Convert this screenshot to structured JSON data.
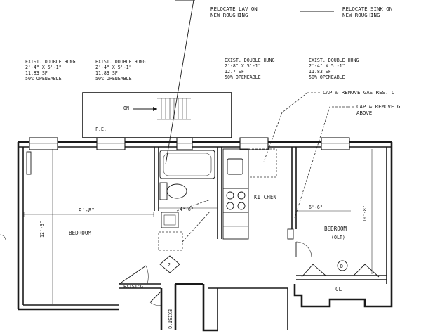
{
  "notes": {
    "relocate_lav": [
      "RELOCATE LAV ON",
      "NEW ROUGHING"
    ],
    "relocate_sink": [
      "RELOCATE SINK ON",
      "NEW ROUGHING"
    ],
    "cap_remove_gas_res": "CAP & REMOVE GAS RES. C",
    "cap_remove_above": [
      "CAP & REMOVE G",
      "ABOVE"
    ]
  },
  "windows": [
    {
      "type": "EXIST. DOUBLE HUNG",
      "size": "2'-4\" X 5'-1\"",
      "area": "11.83 SF",
      "openable": "50% OPENEABLE"
    },
    {
      "type": "EXIST. DOUBLE HUNG",
      "size": "2'-4\" X 5'-1\"",
      "area": "11.83 SF",
      "openable": "50% OPENEABLE"
    },
    {
      "type": "EXIST. DOUBLE HUNG",
      "size": "2'-8\" X 5'-1\"",
      "area": "12.7 SF",
      "openable": "50% OPENEABLE"
    },
    {
      "type": "EXIST. DOUBLE HUNG",
      "size": "2'-4\" X 5'-1\"",
      "area": "11.83 SF",
      "openable": "50% OPENEABLE"
    }
  ],
  "stair": {
    "on_label": "ON",
    "fe_label": "F.E."
  },
  "rooms": {
    "bedroom": "BEDROOM",
    "kitchen": "KITCHEN",
    "bedroom2": "BEDROOM",
    "bedroom2_sub": "(OLT)",
    "closet": "CL",
    "closet_mark": "D"
  },
  "dimensions": {
    "bedroom_width": "9'-8\"",
    "bedroom_depth": "12'-3\"",
    "bath_width": "4'-6\"",
    "bedroom2_width": "6'-6\"",
    "bedroom2_depth": "10'-8\""
  },
  "doors": {
    "exist_1": "EXIST'G",
    "exist_2": "EXIST'G"
  },
  "callout": {
    "number": "2"
  }
}
